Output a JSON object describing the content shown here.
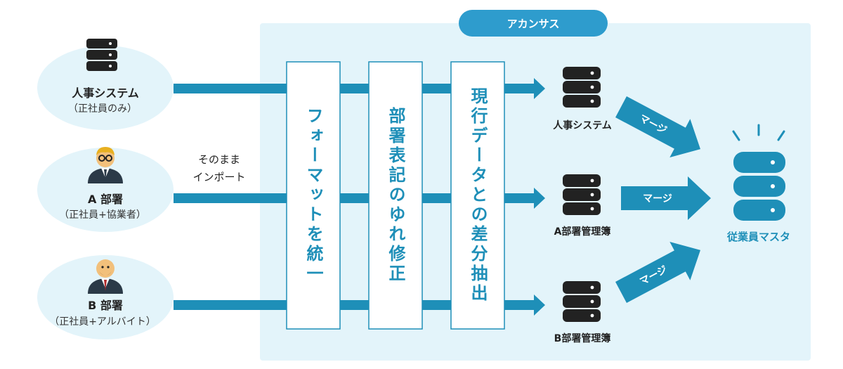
{
  "product_label": "アカンサス",
  "sources": [
    {
      "title": "人事システム",
      "subtitle": "（正社員のみ）",
      "icon": "database-icon"
    },
    {
      "title": "A 部署",
      "subtitle": "（正社員+協業者）",
      "icon": "person-icon"
    },
    {
      "title": "B 部署",
      "subtitle": "（正社員+アルバイト）",
      "icon": "person-icon"
    }
  ],
  "import_note": [
    "そのまま",
    "インポート"
  ],
  "steps": [
    {
      "label": "フォーマットを統一"
    },
    {
      "label": "部署表記のゆれ修正"
    },
    {
      "label": "現行データとの差分抽出"
    }
  ],
  "outputs": [
    {
      "label": "人事システム"
    },
    {
      "label": "A部署管理簿"
    },
    {
      "label": "B部署管理簿"
    }
  ],
  "merge_label": "マージ",
  "target": {
    "label": "従業員マスタ"
  },
  "colors": {
    "teal": "#1e8fb8",
    "panel": "#e3f4fa",
    "ellipse": "#e3f4fa",
    "pill": "#2e9ccd"
  }
}
